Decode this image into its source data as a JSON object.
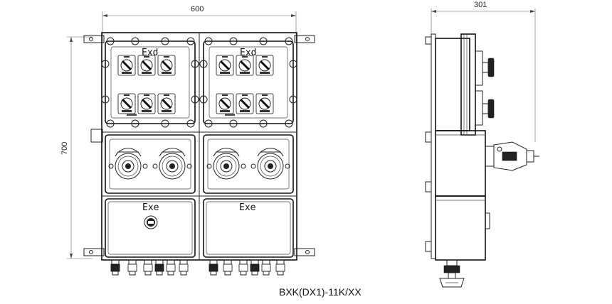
{
  "drawing": {
    "front_view": {
      "width_dimension": "600",
      "height_dimension": "700",
      "upper_marking_left": "Exd",
      "upper_marking_right": "Exd",
      "lower_marking_left": "Exe",
      "lower_marking_right": "Exe"
    },
    "side_view": {
      "depth_dimension": "301"
    },
    "model_number": "BXK(DX1)-11K/XX"
  }
}
